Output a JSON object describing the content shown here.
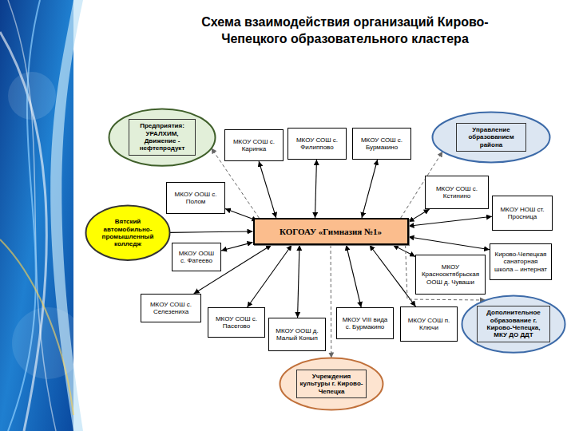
{
  "diagram": {
    "title": "Схема взаимодействия организаций Кирово-Чепецкого образовательного кластера",
    "nodes": [
      {
        "text": [
          "Предприятия: УРАЛХИМ, Движение - нефтепродукт"
        ]
      },
      {
        "text": [
          "МКОУ СОШ с. Каринка"
        ]
      },
      {
        "text": [
          "МКОУ СОШ с. Филиппово"
        ]
      },
      {
        "text": [
          "МКОУ СОШ с. Бурмакино"
        ]
      },
      {
        "text": [
          "Управление образованием района"
        ]
      },
      {
        "text": [
          "МКОУ ООШ с. Полом"
        ]
      },
      {
        "text": [
          "МКОУ СОШ с. Кстинино"
        ]
      },
      {
        "text": [
          "МКОУ НОШ ст. Просница"
        ]
      },
      {
        "text": [
          "Вятский автомобильно-промышленный колледж"
        ]
      },
      {
        "text": [
          "КОГОАУ «Гимназия №1»"
        ]
      },
      {
        "text": [
          "МКОУ ООШ с. Фатеево"
        ]
      },
      {
        "text": [
          "Кирово-Чепецкая санаторная школа – интернат"
        ]
      },
      {
        "text": [
          "МКОУ Краснооктябрьская ООШ д. Чуваши"
        ]
      },
      {
        "text": [
          "МКОУ СОШ с. Селезениха"
        ]
      },
      {
        "text": [
          "МКОУ СОШ с. Пасегово"
        ]
      },
      {
        "text": [
          "МКОУ ООШ д. Малый Конып"
        ]
      },
      {
        "text": [
          "МКОУ VIII вида с. Бурмакино"
        ]
      },
      {
        "text": [
          "МКОУ СОШ п. Ключи"
        ]
      },
      {
        "text": [
          "Дополнительное образование г. Кирово-Чепецка, МКУ ДО ДДТ"
        ]
      },
      {
        "text": [
          "Учреждения культуры г. Кирово-Чепецка"
        ]
      }
    ],
    "edges": [
      {
        "from": 9,
        "to": 0,
        "arrow": "to"
      },
      {
        "from": 9,
        "to": 1,
        "arrow": "both"
      },
      {
        "from": 9,
        "to": 2,
        "arrow": "both"
      },
      {
        "from": 9,
        "to": 3,
        "arrow": "both"
      },
      {
        "from": 9,
        "to": 4,
        "arrow": "to"
      },
      {
        "from": 9,
        "to": 5,
        "arrow": "both"
      },
      {
        "from": 9,
        "to": 6,
        "arrow": "both"
      },
      {
        "from": 9,
        "to": 7,
        "arrow": "both"
      },
      {
        "from": 8,
        "to": 9,
        "arrow": "to"
      },
      {
        "from": 9,
        "to": 10,
        "arrow": "both"
      },
      {
        "from": 9,
        "to": 11,
        "arrow": "both"
      },
      {
        "from": 9,
        "to": 12,
        "arrow": "both"
      },
      {
        "from": 9,
        "to": 13,
        "arrow": "both"
      },
      {
        "from": 9,
        "to": 14,
        "arrow": "both"
      },
      {
        "from": 9,
        "to": 15,
        "arrow": "both"
      },
      {
        "from": 9,
        "to": 16,
        "arrow": "both"
      },
      {
        "from": 9,
        "to": 17,
        "arrow": "both"
      },
      {
        "from": 9,
        "to": 18,
        "arrow": "to"
      },
      {
        "from": 9,
        "to": 19,
        "arrow": "to"
      }
    ]
  }
}
